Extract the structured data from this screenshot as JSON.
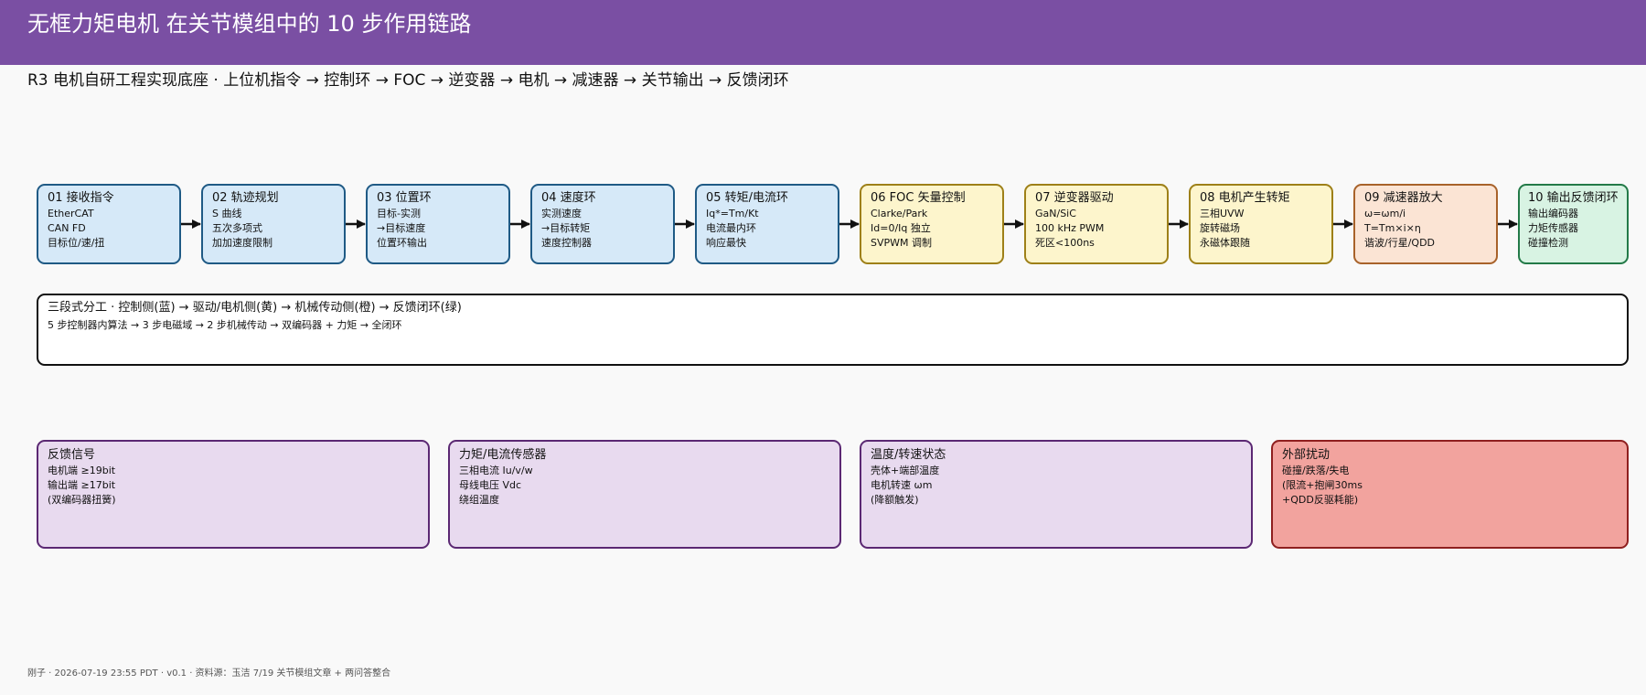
{
  "header": {
    "title": "无框力矩电机 在关节模组中的 10 步作用链路",
    "subtitle": "R3 电机自研工程实现底座 ·   上位机指令 → 控制环 → FOC → 逆变器 → 电机 → 减速器 → 关节输出 → 反馈闭环"
  },
  "steps": [
    {
      "title": "01 接收指令",
      "lines": [
        "EtherCAT",
        "CAN FD",
        "目标位/速/扭"
      ]
    },
    {
      "title": "02 轨迹规划",
      "lines": [
        "S 曲线",
        "五次多项式",
        "加加速度限制"
      ]
    },
    {
      "title": "03 位置环",
      "lines": [
        "目标-实测",
        "→目标速度",
        "位置环输出"
      ]
    },
    {
      "title": "04 速度环",
      "lines": [
        "实测速度",
        "→目标转矩",
        "速度控制器"
      ]
    },
    {
      "title": "05 转矩/电流环",
      "lines": [
        "Iq*=Tm/Kt",
        "电流最内环",
        "响应最快"
      ]
    },
    {
      "title": "06 FOC 矢量控制",
      "lines": [
        "Clarke/Park",
        "Id=0/Iq 独立",
        "SVPWM 调制"
      ]
    },
    {
      "title": "07 逆变器驱动",
      "lines": [
        "GaN/SiC",
        "100 kHz PWM",
        "死区<100ns"
      ]
    },
    {
      "title": "08 电机产生转矩",
      "lines": [
        "三相UVW",
        "旋转磁场",
        "永磁体跟随"
      ]
    },
    {
      "title": "09 减速器放大",
      "lines": [
        "ω=ωm/i",
        "T=Tm×i×η",
        "谐波/行星/QDD"
      ]
    },
    {
      "title": "10 输出反馈闭环",
      "lines": [
        "输出编码器",
        "力矩传感器",
        "碰撞检测"
      ]
    }
  ],
  "division": {
    "title": "三段式分工 ·   控制侧(蓝) → 驱动/电机侧(黄) → 机械传动侧(橙) → 反馈闭环(绿)",
    "description": "5 步控制器内算法 → 3 步电磁域 → 2 步机械传动 → 双编码器 + 力矩 → 全闭环"
  },
  "bottom_boxes": [
    {
      "title": "反馈信号",
      "lines": [
        "电机端 ≥19bit",
        "输出端 ≥17bit",
        "(双编码器扭簧)"
      ]
    },
    {
      "title": "力矩/电流传感器",
      "lines": [
        "三相电流 Iu/v/w",
        "母线电压 Vdc",
        "绕组温度"
      ]
    },
    {
      "title": "温度/转速状态",
      "lines": [
        "壳体+端部温度",
        "电机转速 ωm",
        "(降额触发)"
      ]
    },
    {
      "title": "外部扰动",
      "lines": [
        "碰撞/跌落/失电",
        "(限流+抱闸30ms",
        "+QDD反驱耗能)"
      ]
    }
  ],
  "footer": {
    "text": "刚子 ·   2026-07-19 23:55 PDT ·   v0.1 ·   资料源：玉洁 7/19 关节模组文章 + 两问答整合"
  },
  "colors": {
    "header_bg": "#7a4fa3",
    "control_side": "#d6e9f8",
    "drive_motor_side": "#fdf5cc",
    "mechanical_side": "#fbe4d4",
    "feedback_loop": "#d8f3e3",
    "sensor_box": "#e8daef",
    "disturbance_box": "#f2a39e"
  }
}
